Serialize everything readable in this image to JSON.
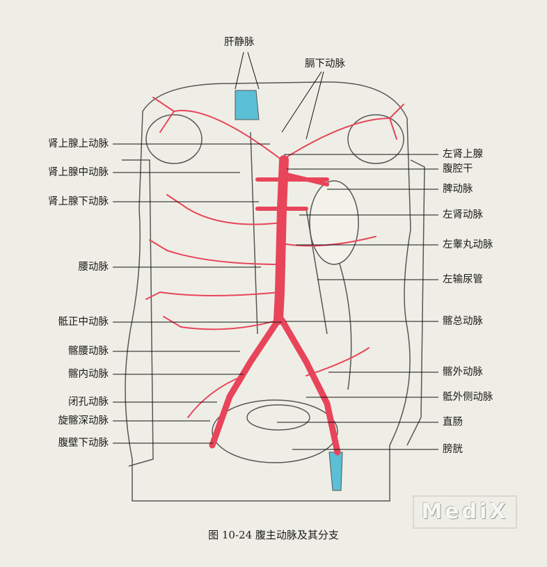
{
  "figure": {
    "caption": "图 10-24 腹主动脉及其分支",
    "watermark": "MediX",
    "colors": {
      "artery": "#e8445a",
      "vein": "#5bbfd6",
      "outline": "#555555",
      "background": "#efeee6"
    }
  },
  "labels_top": [
    "肝静脉",
    "膈下动脉"
  ],
  "labels_left": [
    "肾上腺上动脉",
    "肾上腺中动脉",
    "肾上腺下动脉",
    "腰动脉",
    "骶正中动脉",
    "髂腰动脉",
    "髂内动脉",
    "闭孔动脉",
    "旋髂深动脉",
    "腹壁下动脉"
  ],
  "labels_right": [
    "左肾上腺",
    "腹腔干",
    "脾动脉",
    "左肾动脉",
    "左睾丸动脉",
    "左输尿管",
    "髂总动脉",
    "髂外动脉",
    "骶外侧动脉",
    "直肠",
    "膀胱"
  ]
}
